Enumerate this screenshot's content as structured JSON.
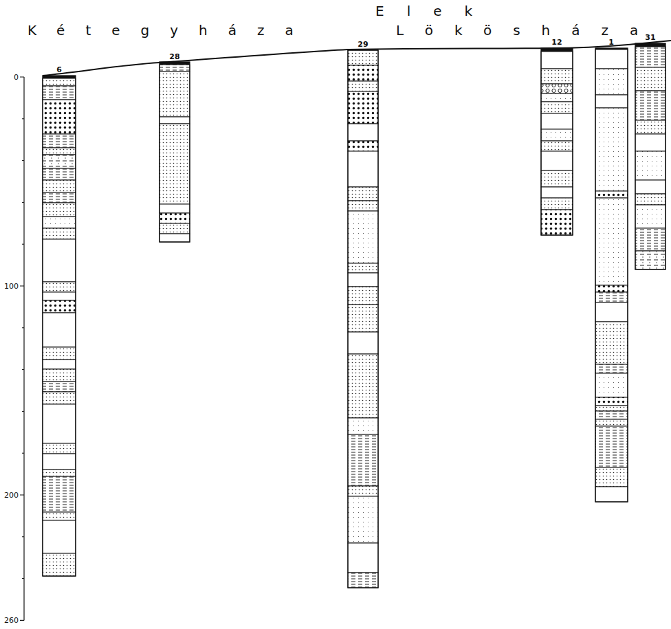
{
  "diagram": {
    "labels": [
      "Elek",
      "Kétegyháza",
      "Lökösháza",
      "6",
      "28",
      "29",
      "12",
      "1",
      "31",
      "0",
      "100",
      "200",
      "260"
    ]
  }
}
